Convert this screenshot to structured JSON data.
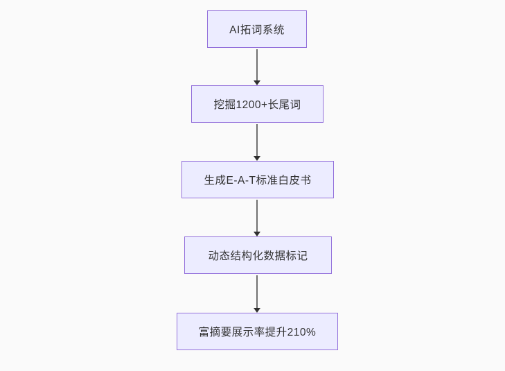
{
  "diagram": {
    "type": "flowchart",
    "direction": "top-down",
    "nodes": [
      {
        "label": "AI拓词系统"
      },
      {
        "label": "挖掘1200+长尾词"
      },
      {
        "label": "生成E-A-T标准白皮书"
      },
      {
        "label": "动态结构化数据标记"
      },
      {
        "label": "富摘要展示率提升210%"
      }
    ],
    "edges": [
      {
        "from": "AI拓词系统",
        "to": "挖掘1200+长尾词"
      },
      {
        "from": "挖掘1200+长尾词",
        "to": "生成E-A-T标准白皮书"
      },
      {
        "from": "生成E-A-T标准白皮书",
        "to": "动态结构化数据标记"
      },
      {
        "from": "动态结构化数据标记",
        "to": "富摘要展示率提升210%"
      }
    ],
    "colors": {
      "canvas_background": "#fafafa",
      "node_fill": "#ececff",
      "node_border": "#9370db",
      "node_text": "#333333",
      "edge_line": "#707070",
      "arrowhead": "#2f2f2f"
    }
  }
}
